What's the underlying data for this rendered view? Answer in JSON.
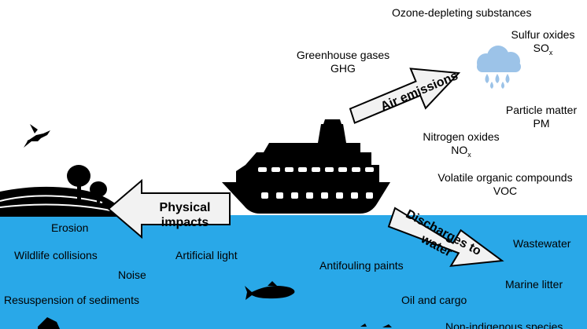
{
  "arrows": {
    "air": "Air emissions",
    "physical": "Physical impacts",
    "discharges": "Discharges to water"
  },
  "air_emissions": {
    "ozone": "Ozone-depleting substances",
    "ghg_name": "Greenhouse gases",
    "ghg_abbr": "GHG",
    "sox_name": "Sulfur oxides",
    "sox_abbr": "SO",
    "sox_sub": "x",
    "pm_name": "Particle matter",
    "pm_abbr": "PM",
    "nox_name": "Nitrogen oxides",
    "nox_abbr": "NO",
    "nox_sub": "x",
    "voc_name": "Volatile organic compounds",
    "voc_abbr": "VOC"
  },
  "physical_impacts": {
    "erosion": "Erosion",
    "wildlife": "Wildlife collisions",
    "noise": "Noise",
    "resuspension": "Resuspension of sediments",
    "light": "Artificial light"
  },
  "discharges": {
    "antifouling": "Antifouling paints",
    "wastewater": "Wastewater",
    "litter": "Marine litter",
    "oil": "Oil and cargo",
    "nis": "Non-indigenous species"
  },
  "colors": {
    "sea": "#29a8e8",
    "cloud": "#9cc3e8",
    "arrow_fill": "#f2f2f2",
    "silhouette": "#000000"
  },
  "icons": [
    "hummingbird-icon",
    "trees-icon",
    "ship-icon",
    "rain-cloud-icon",
    "fish-icon",
    "seabed-icon"
  ]
}
